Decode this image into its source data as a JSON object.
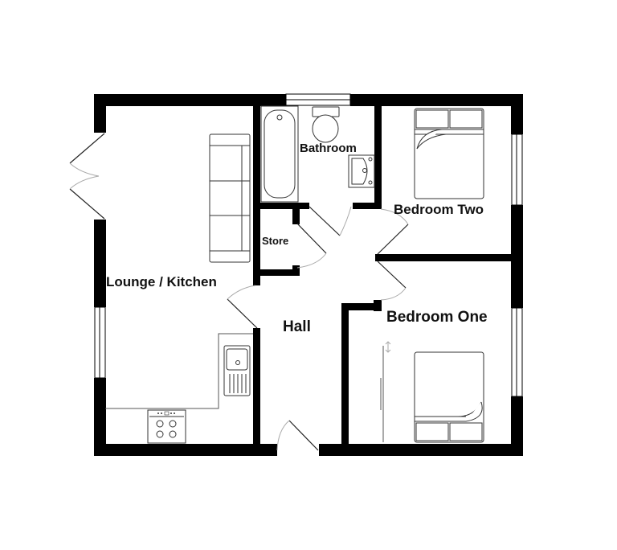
{
  "floorplan": {
    "rooms": [
      {
        "id": "lounge-kitchen",
        "label": "Lounge / Kitchen"
      },
      {
        "id": "bathroom",
        "label": "Bathroom"
      },
      {
        "id": "bedroom-two",
        "label": "Bedroom Two"
      },
      {
        "id": "store",
        "label": "Store"
      },
      {
        "id": "hall",
        "label": "Hall"
      },
      {
        "id": "bedroom-one",
        "label": "Bedroom One"
      }
    ],
    "colors": {
      "wall": "#000000",
      "fixture": "#333333",
      "door_arc": "#aaaaaa",
      "background": "#ffffff"
    },
    "fixtures": [
      "sofa",
      "bath",
      "toilet",
      "wash-basin",
      "double-bed",
      "double-bed",
      "kitchen-sink",
      "hob",
      "wardrobe"
    ]
  }
}
